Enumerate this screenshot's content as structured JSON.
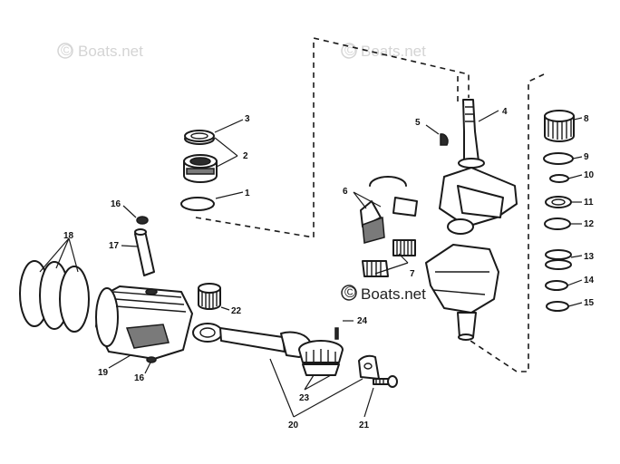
{
  "watermarks": {
    "top_left": "Boats.net",
    "top_center": "Boats.net",
    "center": "Boats.net",
    "copyright_symbol": "©"
  },
  "callouts": {
    "c1": "1",
    "c2": "2",
    "c3": "3",
    "c4": "4",
    "c5": "5",
    "c6": "6",
    "c7": "7",
    "c8": "8",
    "c9": "9",
    "c10": "10",
    "c11": "11",
    "c12": "12",
    "c13": "13",
    "c14": "14",
    "c15": "15",
    "c16a": "16",
    "c16b": "16",
    "c17": "17",
    "c18": "18",
    "c19": "19",
    "c20": "20",
    "c21": "21",
    "c22": "22",
    "c23": "23",
    "c24": "24"
  },
  "colors": {
    "line": "#1a1a1a",
    "watermark_faint": "#d4d4d4",
    "background": "#ffffff"
  }
}
